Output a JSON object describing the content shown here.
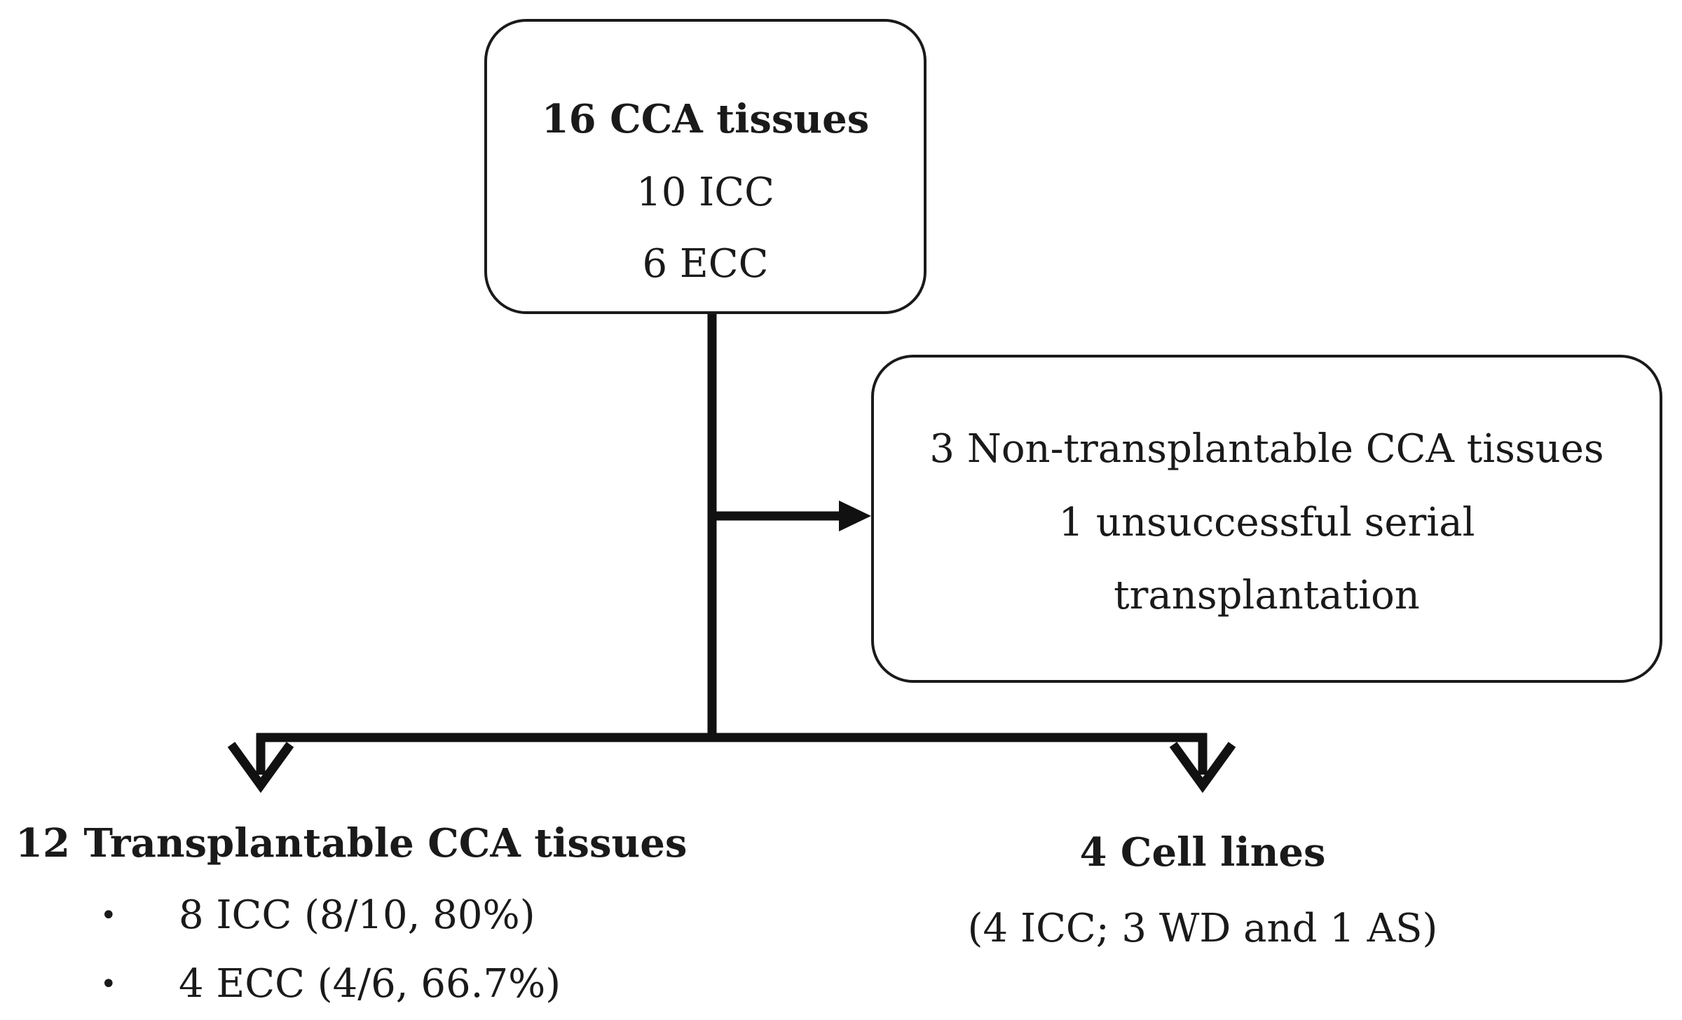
{
  "root": {
    "title": "16 CCA tissues",
    "lines": [
      "10 ICC",
      "6 ECC"
    ]
  },
  "excluded": {
    "lines": [
      "3 Non-transplantable CCA tissues",
      "1 unsuccessful serial",
      "transplantation"
    ]
  },
  "transplantable": {
    "title": "12 Transplantable CCA tissues",
    "items": [
      "8 ICC (8/10, 80%)",
      "4 ECC (4/6, 66.7%)"
    ]
  },
  "cell_lines": {
    "title": "4 Cell lines",
    "detail": "(4 ICC; 3 WD and 1 AS)"
  }
}
